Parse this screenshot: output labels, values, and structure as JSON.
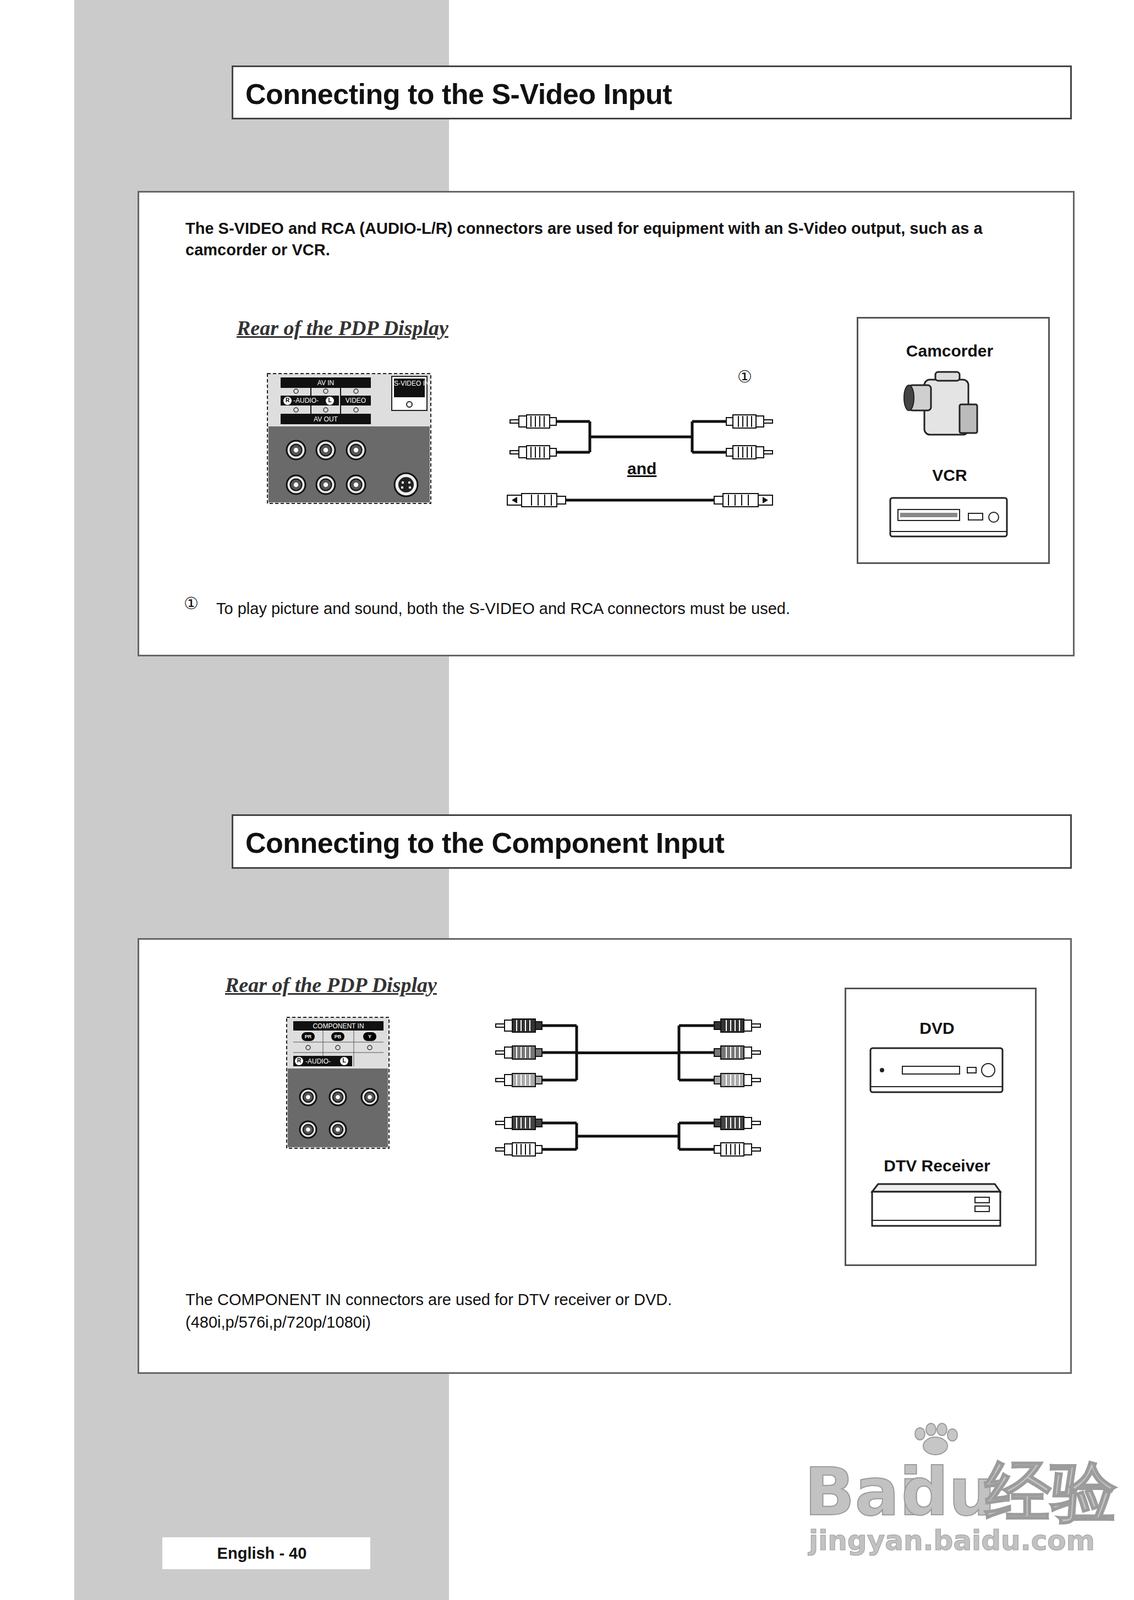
{
  "diagram": {
    "nodes": [
      {
        "text": [
          "Connecting to the S-Video Input"
        ]
      },
      {
        "text": [
          "The S-VIDEO and RCA (AUDIO-L/R) connectors are used for equipment with an S-Video output, such as a camcorder or VCR.",
          "Rear of the PDP Display",
          "To play picture and sound, both the S-VIDEO and RCA connectors must be used."
        ]
      },
      {
        "text": [
          "Camcorder",
          "VCR"
        ],
        "in": 1
      },
      {
        "text": [
          "Connecting to the Component Input"
        ]
      },
      {
        "text": [
          "Rear of the PDP Display",
          "The COMPONENT IN connectors are used for DTV receiver or DVD. (480i,p/576i,p/720p/1080i)"
        ]
      },
      {
        "text": [
          "DVD",
          "DTV Receiver"
        ],
        "in": 4
      },
      {
        "text": [
          "English - 40"
        ]
      }
    ],
    "labels": [
      "AV IN",
      "R",
      "-AUDIO-",
      "L",
      "VIDEO",
      "AV OUT",
      "S-VIDEO IN",
      "①",
      "and",
      "①",
      "COMPONENT IN",
      "PR",
      "PB",
      "Y",
      "R",
      "-AUDIO-",
      "L",
      "Bai",
      "du",
      "经验",
      "jingyan.baidu.com"
    ]
  }
}
